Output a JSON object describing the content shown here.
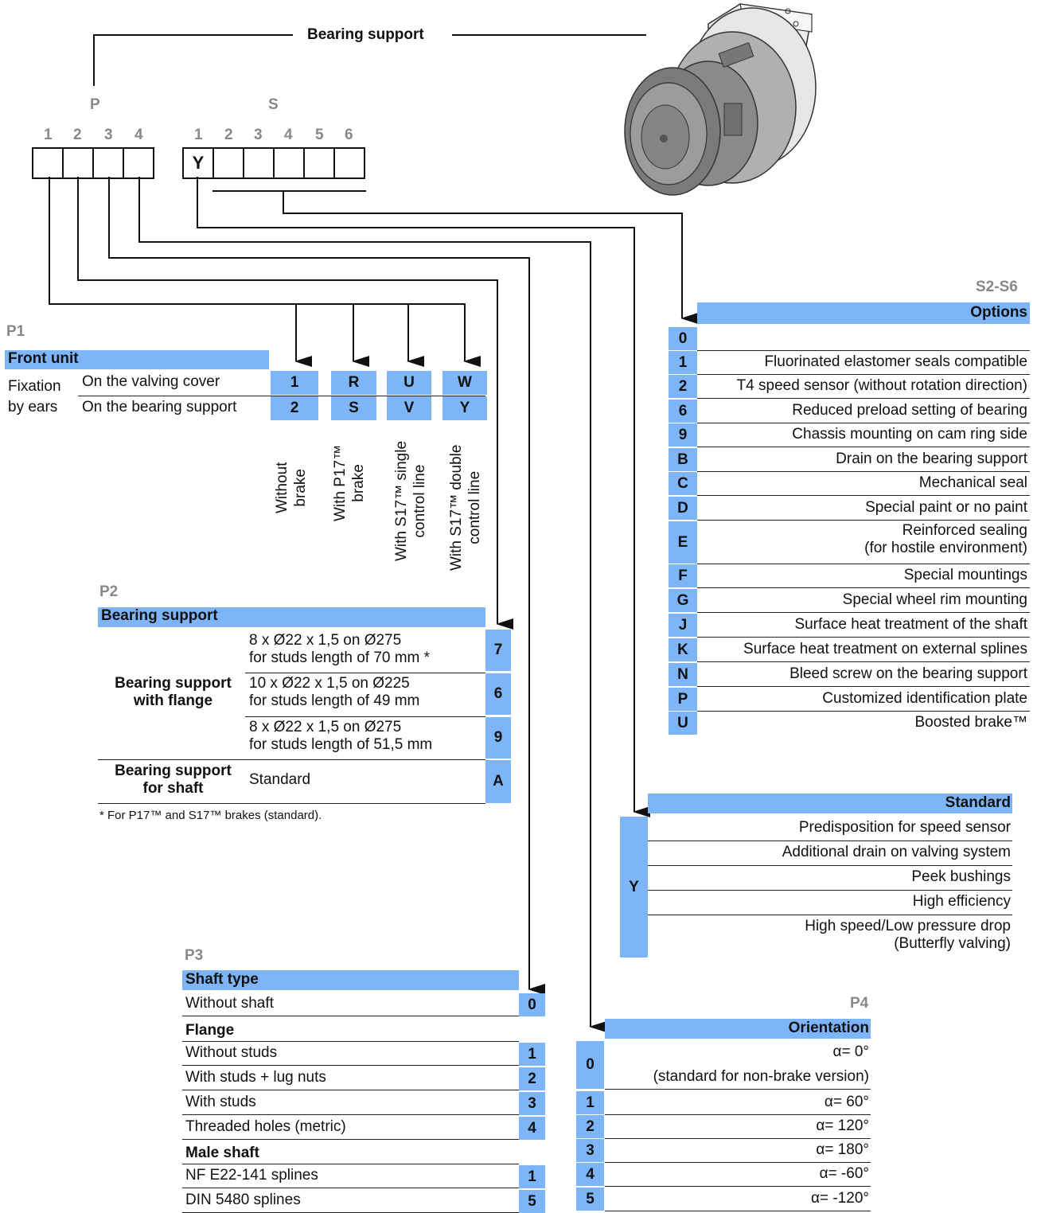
{
  "top": {
    "title": "Bearing support",
    "p_label": "P",
    "s_label": "S",
    "p_digits": [
      "1",
      "2",
      "3",
      "4"
    ],
    "s_digits": [
      "1",
      "2",
      "3",
      "4",
      "5",
      "6"
    ],
    "s1_value": "Y"
  },
  "p1": {
    "code": "P1",
    "header": "Front unit",
    "fixation": "Fixation\nby ears",
    "rows": [
      {
        "label": "On the valving cover",
        "codes": [
          "1",
          "R",
          "U",
          "W"
        ]
      },
      {
        "label": "On the bearing support",
        "codes": [
          "2",
          "S",
          "V",
          "Y"
        ]
      }
    ],
    "columns": [
      "Without\nbrake",
      "With P17™\nbrake",
      "With S17™ single\ncontrol line",
      "With S17™ double\ncontrol line"
    ]
  },
  "p2": {
    "code": "P2",
    "header": "Bearing support",
    "group1": "Bearing support\nwith flange",
    "rows": [
      {
        "text": "8 x Ø22 x 1,5 on Ø275\nfor studs length of 70 mm *",
        "code": "7"
      },
      {
        "text": "10 x Ø22 x 1,5 on Ø225\nfor studs length of 49 mm",
        "code": "6"
      },
      {
        "text": "8 x Ø22 x 1,5 on Ø275\nfor studs length of 51,5 mm",
        "code": "9"
      }
    ],
    "group2": "Bearing support\nfor shaft",
    "standard_text": "Standard",
    "standard_code": "A",
    "footnote": "* For P17™ and S17™ brakes (standard)."
  },
  "p3": {
    "code": "P3",
    "header": "Shaft type",
    "rows": [
      {
        "text": "Without shaft",
        "code": "0",
        "type": "item"
      },
      {
        "text": "Flange",
        "type": "sub"
      },
      {
        "text": "Without studs",
        "code": "1",
        "type": "item"
      },
      {
        "text": "With studs + lug nuts",
        "code": "2",
        "type": "item"
      },
      {
        "text": "With studs",
        "code": "3",
        "type": "item"
      },
      {
        "text": "Threaded holes (metric)",
        "code": "4",
        "type": "item"
      },
      {
        "text": "Male shaft",
        "type": "sub"
      },
      {
        "text": "NF E22-141 splines",
        "code": "1",
        "type": "item"
      },
      {
        "text": "DIN 5480 splines",
        "code": "5",
        "type": "item"
      }
    ]
  },
  "p4": {
    "code": "P4",
    "header": "Orientation",
    "rows": [
      {
        "code": "0",
        "text": "α= 0°",
        "text2": "(standard for non-brake version)"
      },
      {
        "code": "1",
        "text": "α= 60°"
      },
      {
        "code": "2",
        "text": "α= 120°"
      },
      {
        "code": "3",
        "text": "α= 180°"
      },
      {
        "code": "4",
        "text": "α= -60°"
      },
      {
        "code": "5",
        "text": "α= -120°"
      }
    ]
  },
  "s1": {
    "code": "S1",
    "header": "Standard",
    "value": "Y",
    "items": [
      "Predisposition for speed sensor",
      "Additional drain on valving system",
      "Peek bushings",
      "High efficiency",
      "High speed/Low pressure drop\n(Butterfly valving)"
    ]
  },
  "s2": {
    "code": "S2-S6",
    "header": "Options",
    "rows": [
      {
        "code": "0",
        "text": ""
      },
      {
        "code": "1",
        "text": "Fluorinated elastomer seals compatible"
      },
      {
        "code": "2",
        "text": "T4 speed sensor (without rotation direction)"
      },
      {
        "code": "6",
        "text": "Reduced preload setting of bearing"
      },
      {
        "code": "9",
        "text": "Chassis mounting on cam ring side"
      },
      {
        "code": "B",
        "text": "Drain on the bearing support"
      },
      {
        "code": "C",
        "text": "Mechanical seal"
      },
      {
        "code": "D",
        "text": "Special paint or no paint"
      },
      {
        "code": "E",
        "text": "Reinforced sealing\n(for hostile environment)"
      },
      {
        "code": "F",
        "text": "Special mountings"
      },
      {
        "code": "G",
        "text": "Special wheel rim mounting"
      },
      {
        "code": "J",
        "text": "Surface heat treatment of the shaft"
      },
      {
        "code": "K",
        "text": "Surface heat treatment on external splines"
      },
      {
        "code": "N",
        "text": "Bleed screw on the bearing support"
      },
      {
        "code": "P",
        "text": "Customized identification plate"
      },
      {
        "code": "U",
        "text": "Boosted brake™"
      }
    ]
  },
  "colors": {
    "accent": "#7db5f8",
    "grey": "#888888"
  }
}
